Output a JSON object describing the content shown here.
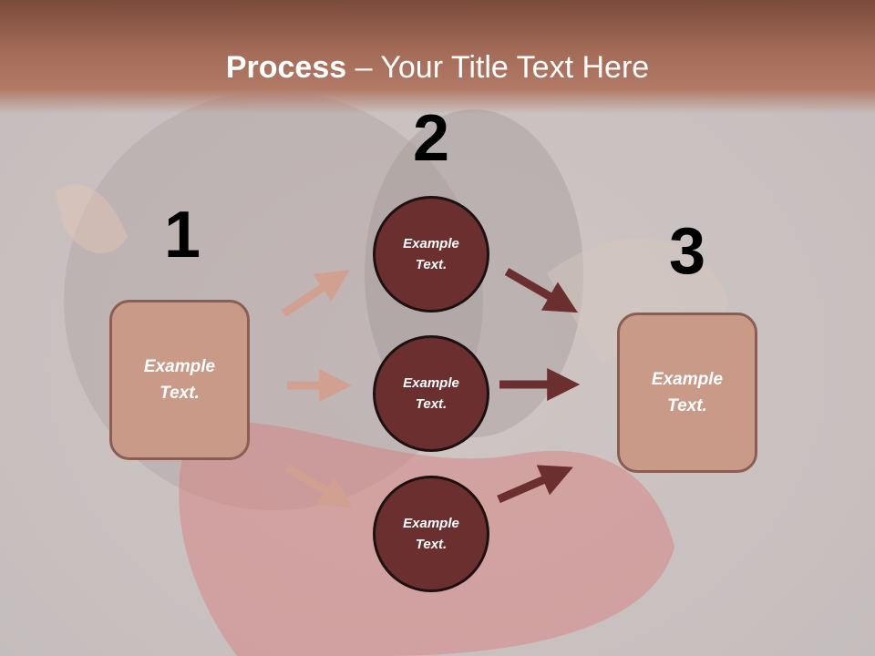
{
  "title": {
    "bold": "Process",
    "rest": " – Your Title Text Here"
  },
  "step_numbers": [
    "1",
    "2",
    "3"
  ],
  "left_box": {
    "text": "Example Text."
  },
  "circles": [
    {
      "text": "Example Text."
    },
    {
      "text": "Example Text."
    },
    {
      "text": "Example Text."
    }
  ],
  "right_box": {
    "text": "Example Text."
  },
  "colors": {
    "header": "#a36b58",
    "box_fill": "#c99a88",
    "box_border": "#8a5e52",
    "circle_fill": "#6b2f2f",
    "arrow_light": "#d1a090",
    "arrow_dark": "#6b2f2f"
  }
}
